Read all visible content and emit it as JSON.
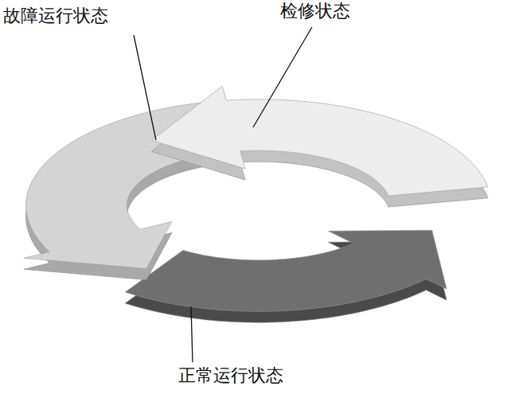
{
  "diagram": {
    "labels": [
      "故障运行状态",
      "检修状态",
      "正常运行状态"
    ]
  }
}
